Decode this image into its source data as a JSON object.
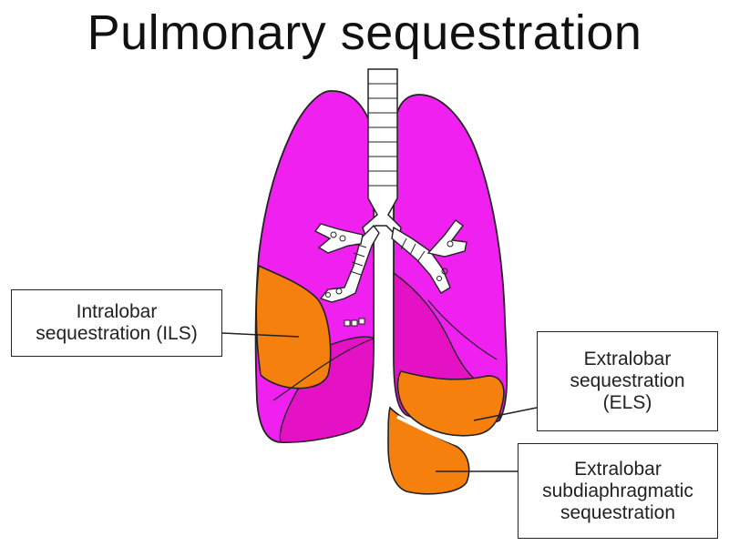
{
  "title": "Pulmonary sequestration",
  "labels": {
    "ils": [
      "Intralobar",
      "sequestration (ILS)"
    ],
    "els": [
      "Extralobar",
      "sequestration",
      "(ELS)"
    ],
    "sub": [
      "Extralobar",
      "subdiaphragmatic",
      "sequestration"
    ]
  },
  "colors": {
    "lung": "#f020f0",
    "lung_dark": "#e016c8",
    "lower_lobe": "#e412c4",
    "sequestration": "#f5800e",
    "airway": "#ffffff",
    "outline": "#222222"
  }
}
